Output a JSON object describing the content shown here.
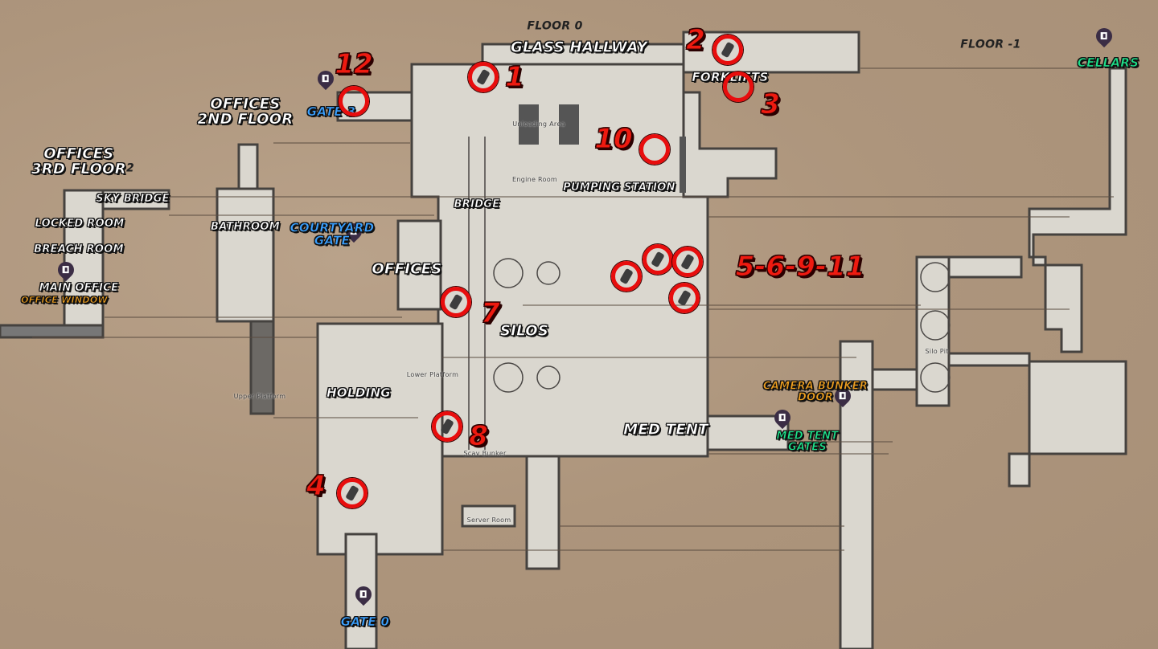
{
  "map": {
    "floors": {
      "floor0": "FLOOR 0",
      "floor_minus1": "FLOOR -1"
    },
    "areas": {
      "glass_hallway": "GLASS HALLWAY",
      "forklifts": "FORKLIFTS",
      "offices_2nd_floor": "OFFICES\n2ND FLOOR",
      "offices_3rd_floor": "OFFICES\n3RD FLOOR",
      "offices_3rd_floor_suffix": "2",
      "sky_bridge": "SKY BRIDGE",
      "locked_room": "LOCKED ROOM",
      "breach_room": "BREACH ROOM",
      "main_office": "MAIN OFFICE",
      "bathroom": "BATHROOM",
      "bridge": "BRIDGE",
      "pumping_station": "PUMPING STATION",
      "offices": "OFFICES",
      "silos": "SILOS",
      "holding": "HOLDING",
      "med_tent": "MED TENT"
    },
    "rooms": {
      "unloading_area": "Unloading Area",
      "engine_room": "Engine Room",
      "lower_platform": "Lower Platform",
      "upper_platform": "Upper Platform",
      "scav_bunker": "Scav Bunker",
      "server_room": "Server Room",
      "silo_pit": "Silo Pit"
    },
    "exits": {
      "gate_3": "GATE 3",
      "courtyard_gate": "COURTYARD\nGATE",
      "office_window": "OFFICE WINDOW",
      "gate_0": "GATE 0",
      "cellars": "CELLARS",
      "camera_bunker_door": "CAMERA BUNKER\nDOOR",
      "med_tent_gates": "MED TENT\nGATES"
    },
    "markers": [
      "1",
      "2",
      "3",
      "4",
      "5-6-9-11",
      "7",
      "8",
      "10",
      "12"
    ],
    "colors": {
      "pmc_exit": "#3aa0ff",
      "shared_exit": "#1de08a",
      "conditional_exit": "#f0a020",
      "marker": "#e80d0d"
    }
  }
}
